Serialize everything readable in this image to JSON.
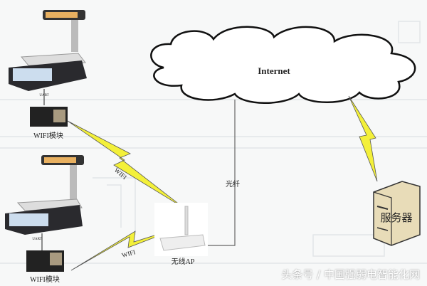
{
  "cloud": {
    "label": "Internet"
  },
  "devices": [
    {
      "interface": "UART",
      "module": "WIFI模块",
      "link": "WIFI"
    },
    {
      "interface": "UART",
      "module": "WIFI模块",
      "link": "WIFI"
    }
  ],
  "access_point": {
    "label": "无线AP"
  },
  "fiber": {
    "label": "光纤"
  },
  "server": {
    "label": "服务器"
  },
  "watermark": "头条号 / 中国强弱电智能化网",
  "colors": {
    "lightning": "#f3f03a",
    "scale_body": "#2a2a2e",
    "server": "#e8dcb8"
  }
}
